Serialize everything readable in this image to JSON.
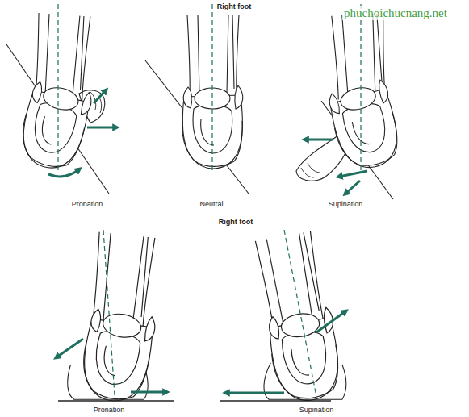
{
  "diagram": {
    "labels": [
      "Right foot",
      "Pronation",
      "Neutral",
      "Supination",
      "Right foot",
      "Pronation",
      "Supination",
      "phuchoichucnang.net"
    ]
  }
}
